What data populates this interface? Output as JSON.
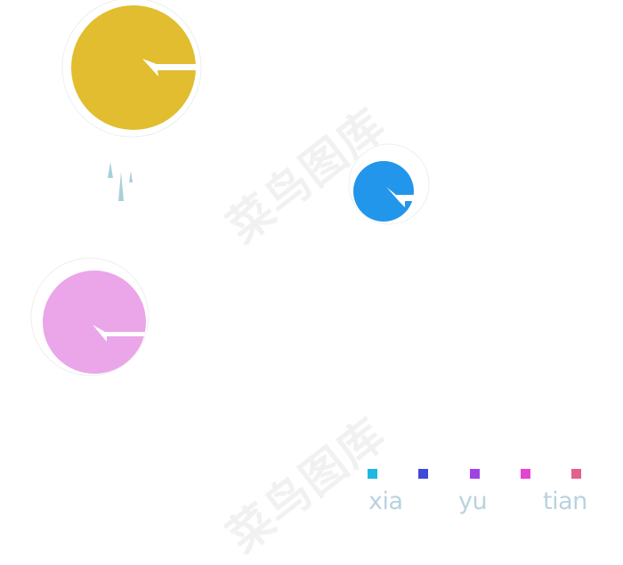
{
  "watermarks": [
    "菜鸟图库",
    "菜鸟图库"
  ],
  "legend": {
    "swatches": [
      {
        "name": "swatch-cyan",
        "color": "#1fb8e4"
      },
      {
        "name": "swatch-blue",
        "color": "#3f4ad9"
      },
      {
        "name": "swatch-purple",
        "color": "#a043e6"
      },
      {
        "name": "swatch-magenta",
        "color": "#e443d6"
      },
      {
        "name": "swatch-pink",
        "color": "#e3628a"
      }
    ],
    "captions": [
      "xia",
      "yu",
      "tian"
    ]
  },
  "clocks": [
    {
      "name": "clock-yellow",
      "color": "#e1bd2f"
    },
    {
      "name": "clock-blue",
      "color": "#2196ea"
    },
    {
      "name": "clock-pink",
      "color": "#eaa6e8"
    }
  ],
  "raindrops": {
    "color": "#a9d0da",
    "count": 3
  },
  "palette": {
    "ring": "#eeeeee",
    "hand": "#ffffff"
  }
}
